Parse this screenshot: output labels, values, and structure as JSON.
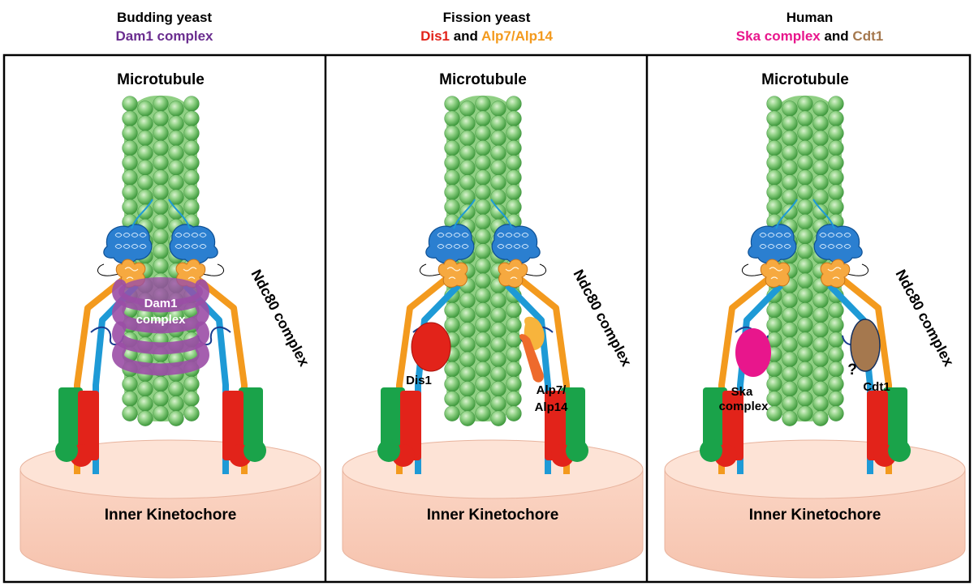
{
  "panels": [
    {
      "id": "budding",
      "title": "Budding yeast",
      "subtitle_parts": [
        {
          "text": "Dam1 complex",
          "color": "#6a2d8f"
        }
      ],
      "microtubule_label": "Microtubule",
      "kinetochore_label": "Inner Kinetochore",
      "ndc80_label": "Ndc80 complex",
      "dam1_label_line1": "Dam1",
      "dam1_label_line2": "complex"
    },
    {
      "id": "fission",
      "title": "Fission yeast",
      "subtitle_parts": [
        {
          "text": "Dis1",
          "color": "#e2231a"
        },
        {
          "text": " and ",
          "color": "#000000"
        },
        {
          "text": "Alp7/Alp14",
          "color": "#f39a1e"
        }
      ],
      "microtubule_label": "Microtubule",
      "kinetochore_label": "Inner Kinetochore",
      "ndc80_label": "Ndc80 complex",
      "dis1_label": "Dis1",
      "alp_label_line1": "Alp7/",
      "alp_label_line2": "Alp14"
    },
    {
      "id": "human",
      "title": "Human",
      "subtitle_parts": [
        {
          "text": "Ska complex",
          "color": "#e8168c"
        },
        {
          "text": " and ",
          "color": "#000000"
        },
        {
          "text": "Cdt1",
          "color": "#a5784e"
        }
      ],
      "microtubule_label": "Microtubule",
      "kinetochore_label": "Inner Kinetochore",
      "ndc80_label": "Ndc80 complex",
      "ska_label_line1": "Ska",
      "ska_label_line2": "complex",
      "cdt1_label": "Cdt1",
      "question_mark": "?"
    }
  ],
  "colors": {
    "microtubule": "#5cb85c",
    "kinetochore": "#f9cdb9",
    "ndc80_orange": "#f39a1e",
    "ndc80_blue": "#1e9ad6",
    "ndc80_green": "#1aa34a",
    "ndc80_red": "#e2231a",
    "head_blue": "#2b7fd0",
    "head_orange": "#f6a940",
    "dam1": "#9b4ea6",
    "dis1": "#e2231a",
    "alp7": "#f7b43c",
    "alp14": "#ee6a2c",
    "ska": "#e8168c",
    "cdt1": "#a5784e"
  }
}
